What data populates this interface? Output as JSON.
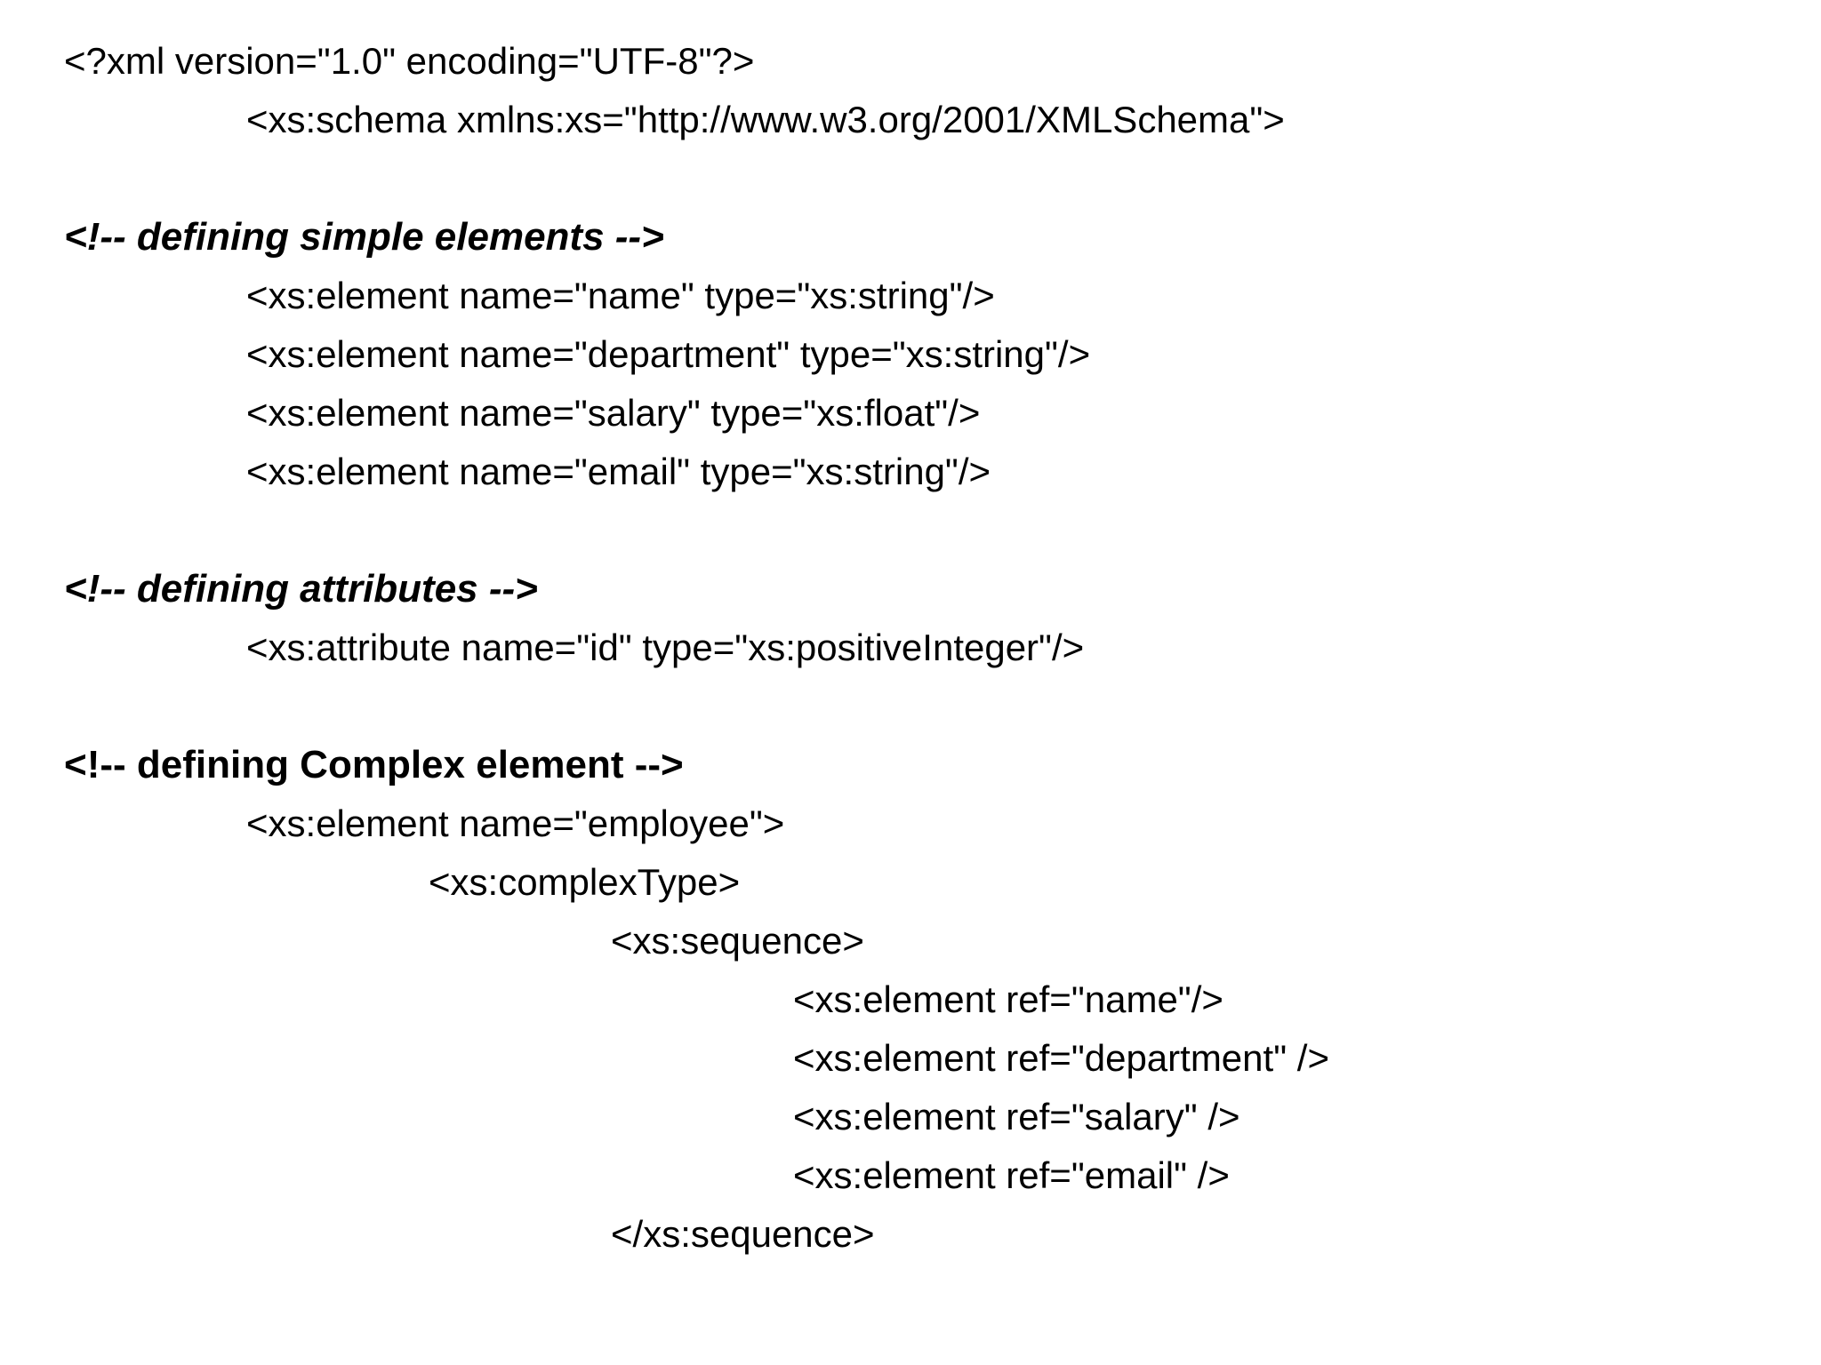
{
  "document": {
    "type": "xml-schema-code-listing",
    "background_color": "#ffffff",
    "text_color": "#000000",
    "lines": [
      {
        "text": "<?xml version=\"1.0\" encoding=\"UTF-8\"?>",
        "indent": 0,
        "style": "code"
      },
      {
        "text": "<xs:schema xmlns:xs=\"http://www.w3.org/2001/XMLSchema\">",
        "indent": 1,
        "style": "code"
      },
      {
        "text": "",
        "indent": 0,
        "style": "blank"
      },
      {
        "text": "<!-- defining simple elements -->",
        "indent": 0,
        "style": "comment-italic"
      },
      {
        "text": "<xs:element name=\"name\" type=\"xs:string\"/>",
        "indent": 1,
        "style": "code"
      },
      {
        "text": "<xs:element name=\"department\" type=\"xs:string\"/>",
        "indent": 1,
        "style": "code"
      },
      {
        "text": "<xs:element name=\"salary\" type=\"xs:float\"/>",
        "indent": 1,
        "style": "code"
      },
      {
        "text": "<xs:element name=\"email\" type=\"xs:string\"/>",
        "indent": 1,
        "style": "code"
      },
      {
        "text": "",
        "indent": 0,
        "style": "blank"
      },
      {
        "text": "<!-- defining attributes -->",
        "indent": 0,
        "style": "comment-italic"
      },
      {
        "text": "<xs:attribute name=\"id\" type=\"xs:positiveInteger\"/>",
        "indent": 1,
        "style": "code"
      },
      {
        "text": "",
        "indent": 0,
        "style": "blank"
      },
      {
        "text": "<!-- defining Complex element -->",
        "indent": 0,
        "style": "comment"
      },
      {
        "text": "<xs:element name=\"employee\">",
        "indent": 1,
        "style": "code"
      },
      {
        "text": "<xs:complexType>",
        "indent": 2,
        "style": "code"
      },
      {
        "text": "<xs:sequence>",
        "indent": 3,
        "style": "code"
      },
      {
        "text": "<xs:element ref=\"name\"/>",
        "indent": 4,
        "style": "code"
      },
      {
        "text": "<xs:element ref=\"department\" />",
        "indent": 4,
        "style": "code"
      },
      {
        "text": "<xs:element ref=\"salary\" />",
        "indent": 4,
        "style": "code"
      },
      {
        "text": "<xs:element ref=\"email\" />",
        "indent": 4,
        "style": "code"
      },
      {
        "text": "</xs:sequence>",
        "indent": 3,
        "style": "code"
      }
    ]
  }
}
